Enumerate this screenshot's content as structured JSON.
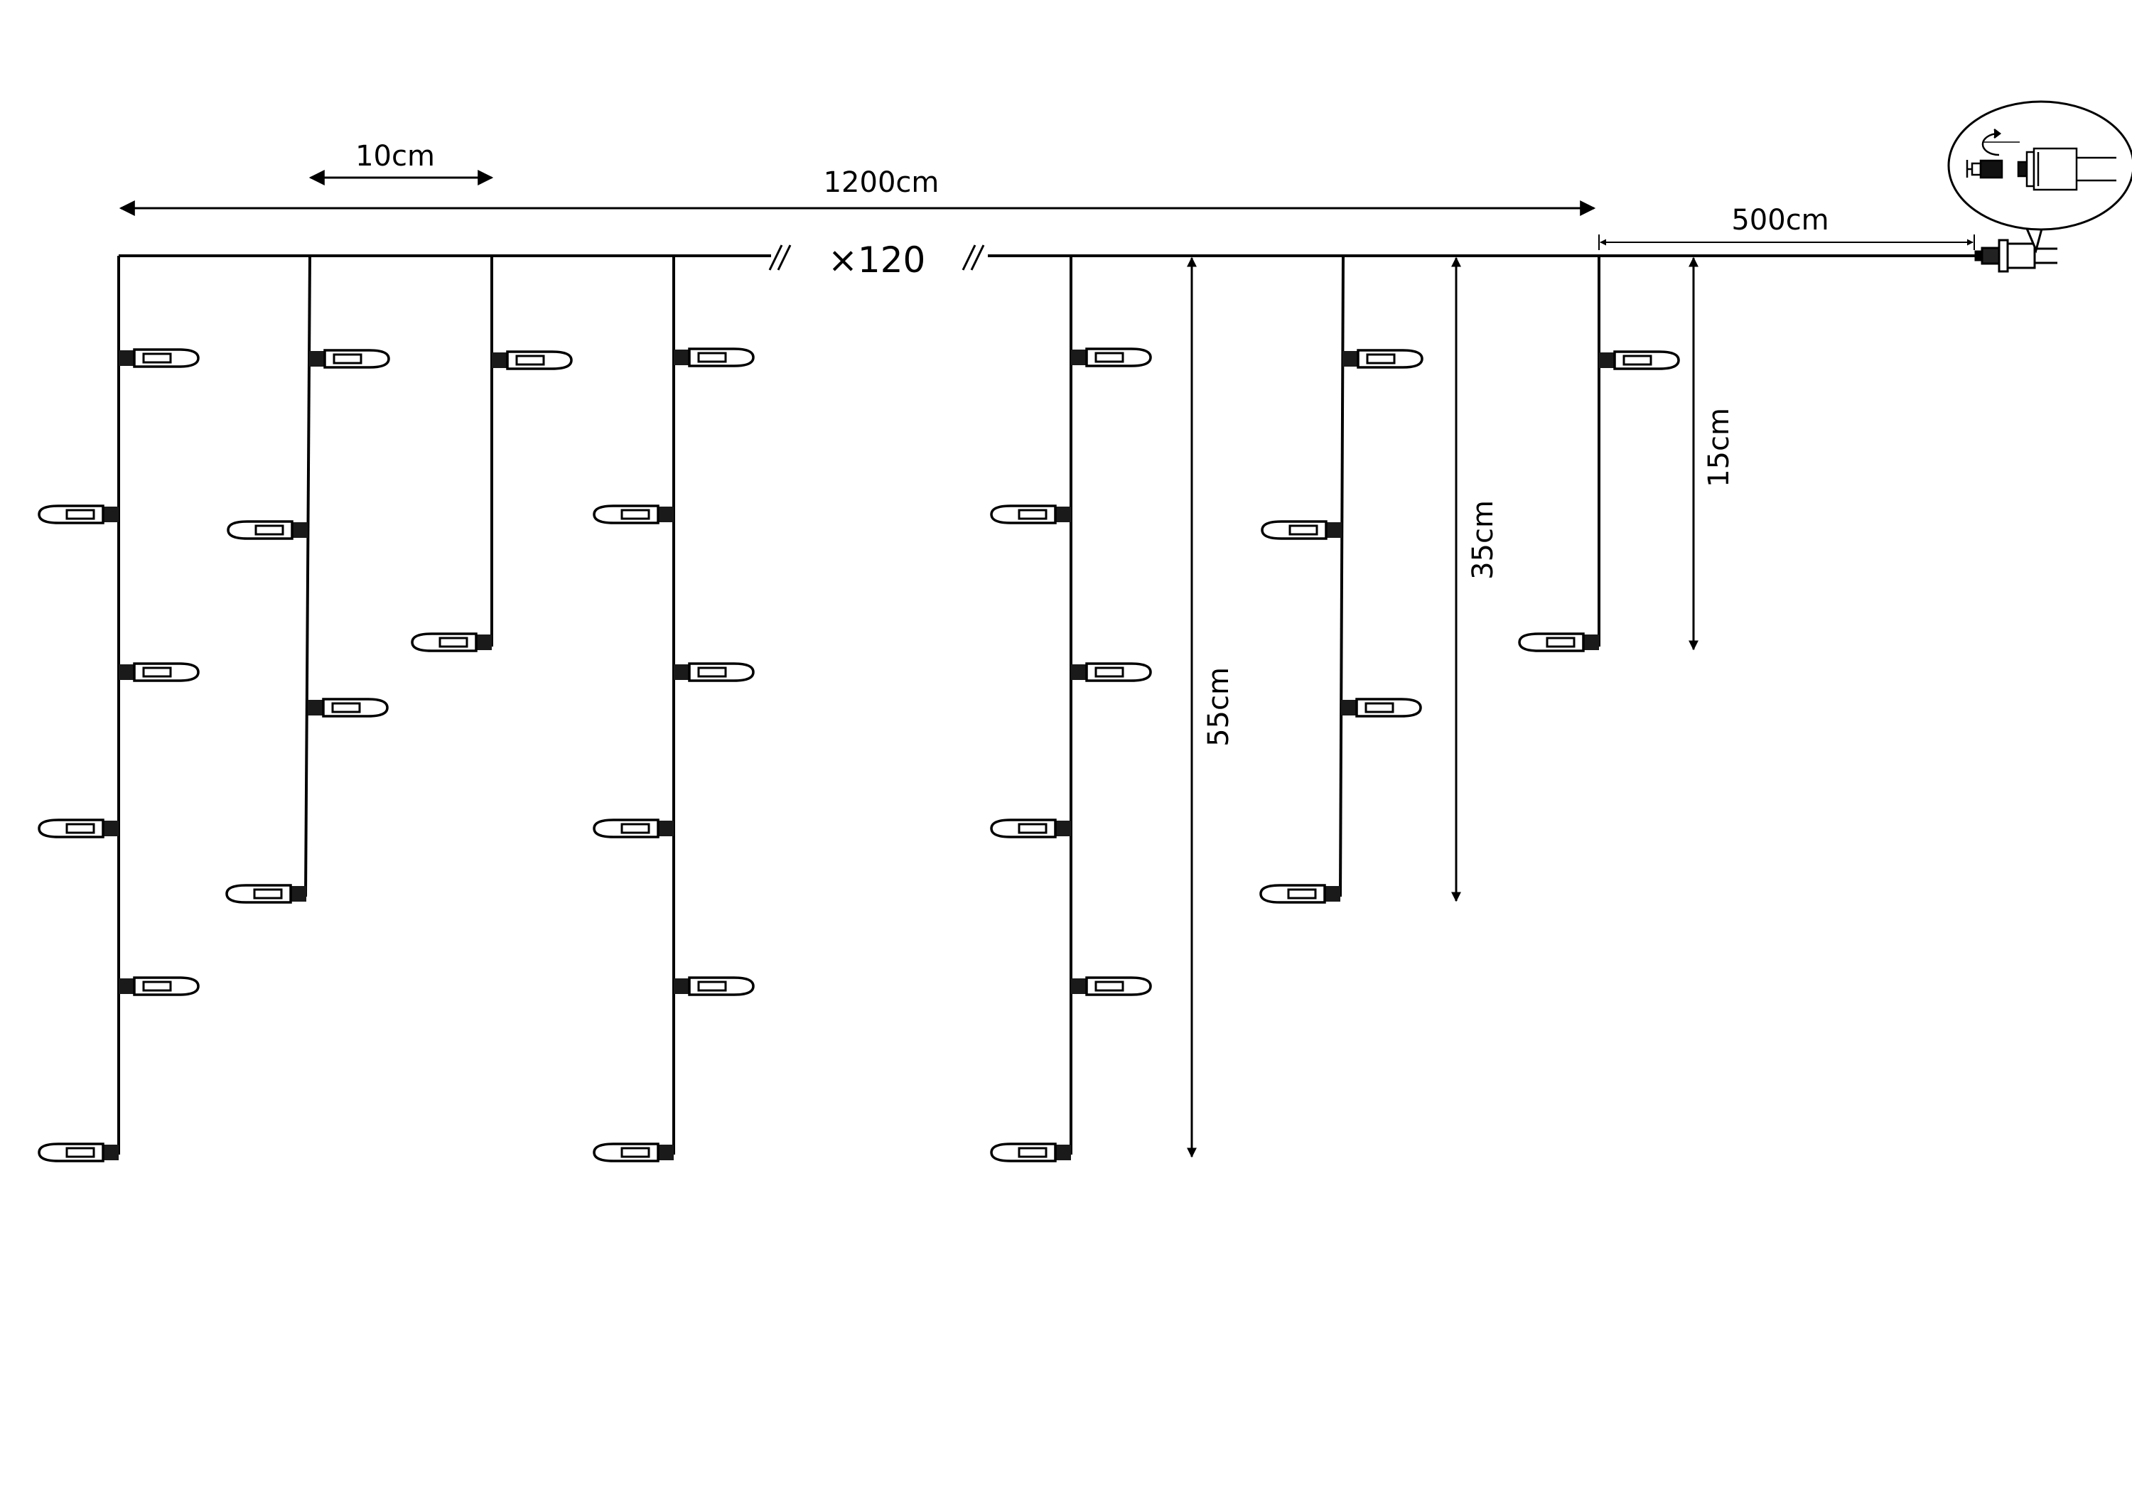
{
  "labels": {
    "total_width": "1200cm",
    "spacing": "10cm",
    "multiplier": "×120",
    "lead_cable": "500cm",
    "drop_long": "55cm",
    "drop_mid": "35cm",
    "drop_short": "15cm"
  },
  "colors": {
    "line": "#000000",
    "bulb_fill": "#ffffff",
    "socket": "#1a1a1a"
  },
  "icons": {
    "bulb": "led-bulb-icon",
    "plug": "power-plug-icon",
    "connector": "connector-icon",
    "rotate": "rotate-arrow-icon"
  }
}
